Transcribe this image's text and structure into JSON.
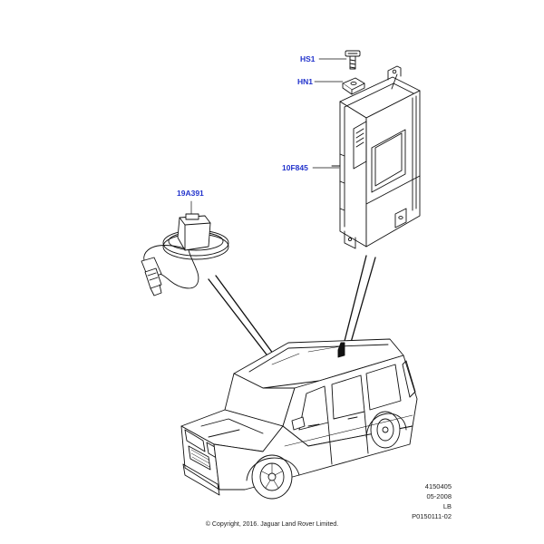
{
  "callouts": {
    "hs1": "HS1",
    "hn1": "HN1",
    "module": "10F845",
    "antenna": "19A391"
  },
  "reference": {
    "number": "4150405",
    "date": "05-2008",
    "market": "LB",
    "illustration": "P0150111-02"
  },
  "copyright": "© Copyright, 2016. Jaguar Land Rover Limited.",
  "colors": {
    "callout": "#2233cc",
    "line": "#111111"
  }
}
